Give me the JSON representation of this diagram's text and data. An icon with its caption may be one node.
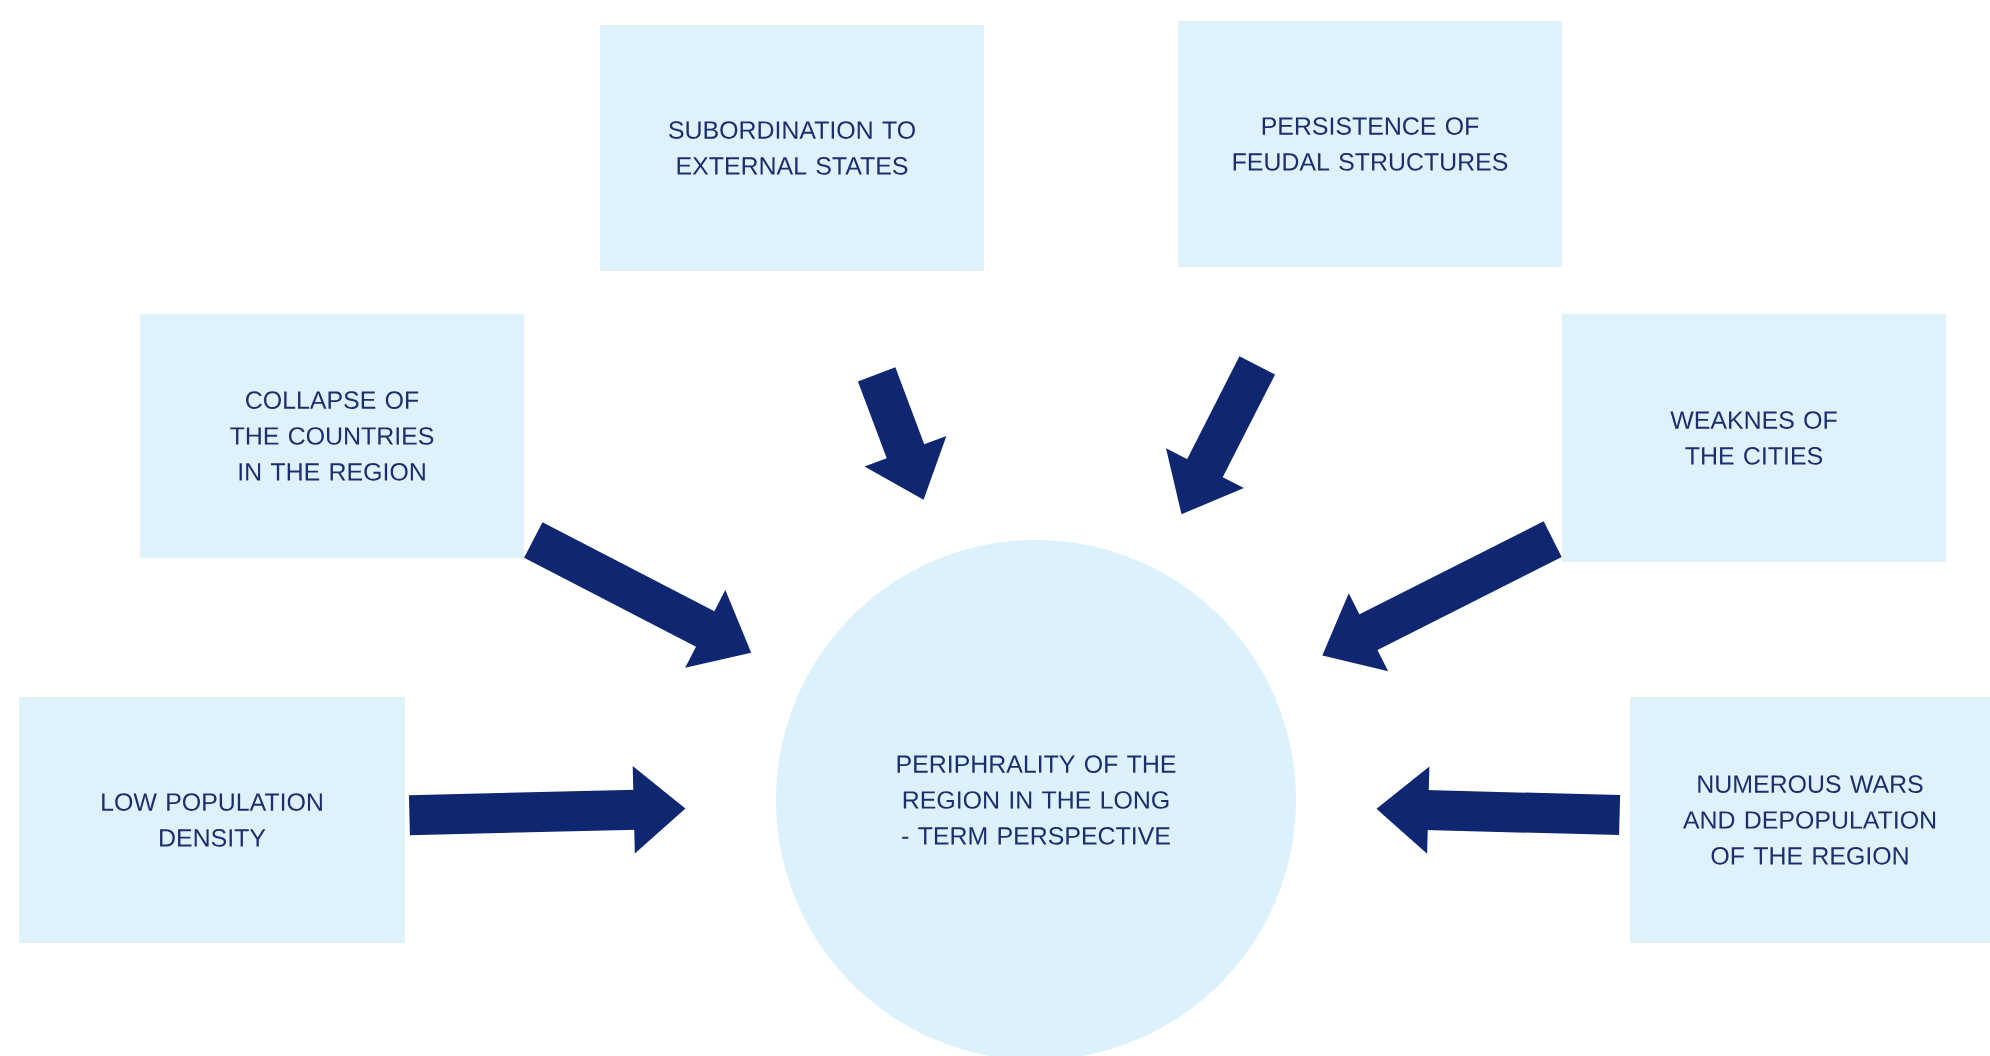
{
  "diagram": {
    "nodes": [
      {
        "text": [
          "SUBORDINATION TO EXTERNAL STATES"
        ]
      },
      {
        "text": [
          "PERSISTENCE OF FEUDAL STRUCTURES"
        ]
      },
      {
        "text": [
          "COLLAPSE OF THE COUNTRIES IN THE REGION"
        ]
      },
      {
        "text": [
          "WEAKNES OF THE CITIES"
        ]
      },
      {
        "text": [
          "LOW POPULATION DENSITY"
        ]
      },
      {
        "text": [
          "PERIPHRALITY OF THE REGION IN THE LONG - TERM PERSPECTIVE"
        ]
      },
      {
        "text": [
          "NUMEROUS WARS AND DEPOPULATION OF THE REGION"
        ]
      }
    ],
    "edges": [
      {
        "from": 0,
        "to": 5,
        "arrow": "to"
      },
      {
        "from": 1,
        "to": 5,
        "arrow": "to"
      },
      {
        "from": 2,
        "to": 5,
        "arrow": "to"
      },
      {
        "from": 3,
        "to": 5,
        "arrow": "to"
      },
      {
        "from": 4,
        "to": 5,
        "arrow": "to"
      },
      {
        "from": 6,
        "to": 5,
        "arrow": "to"
      }
    ]
  }
}
